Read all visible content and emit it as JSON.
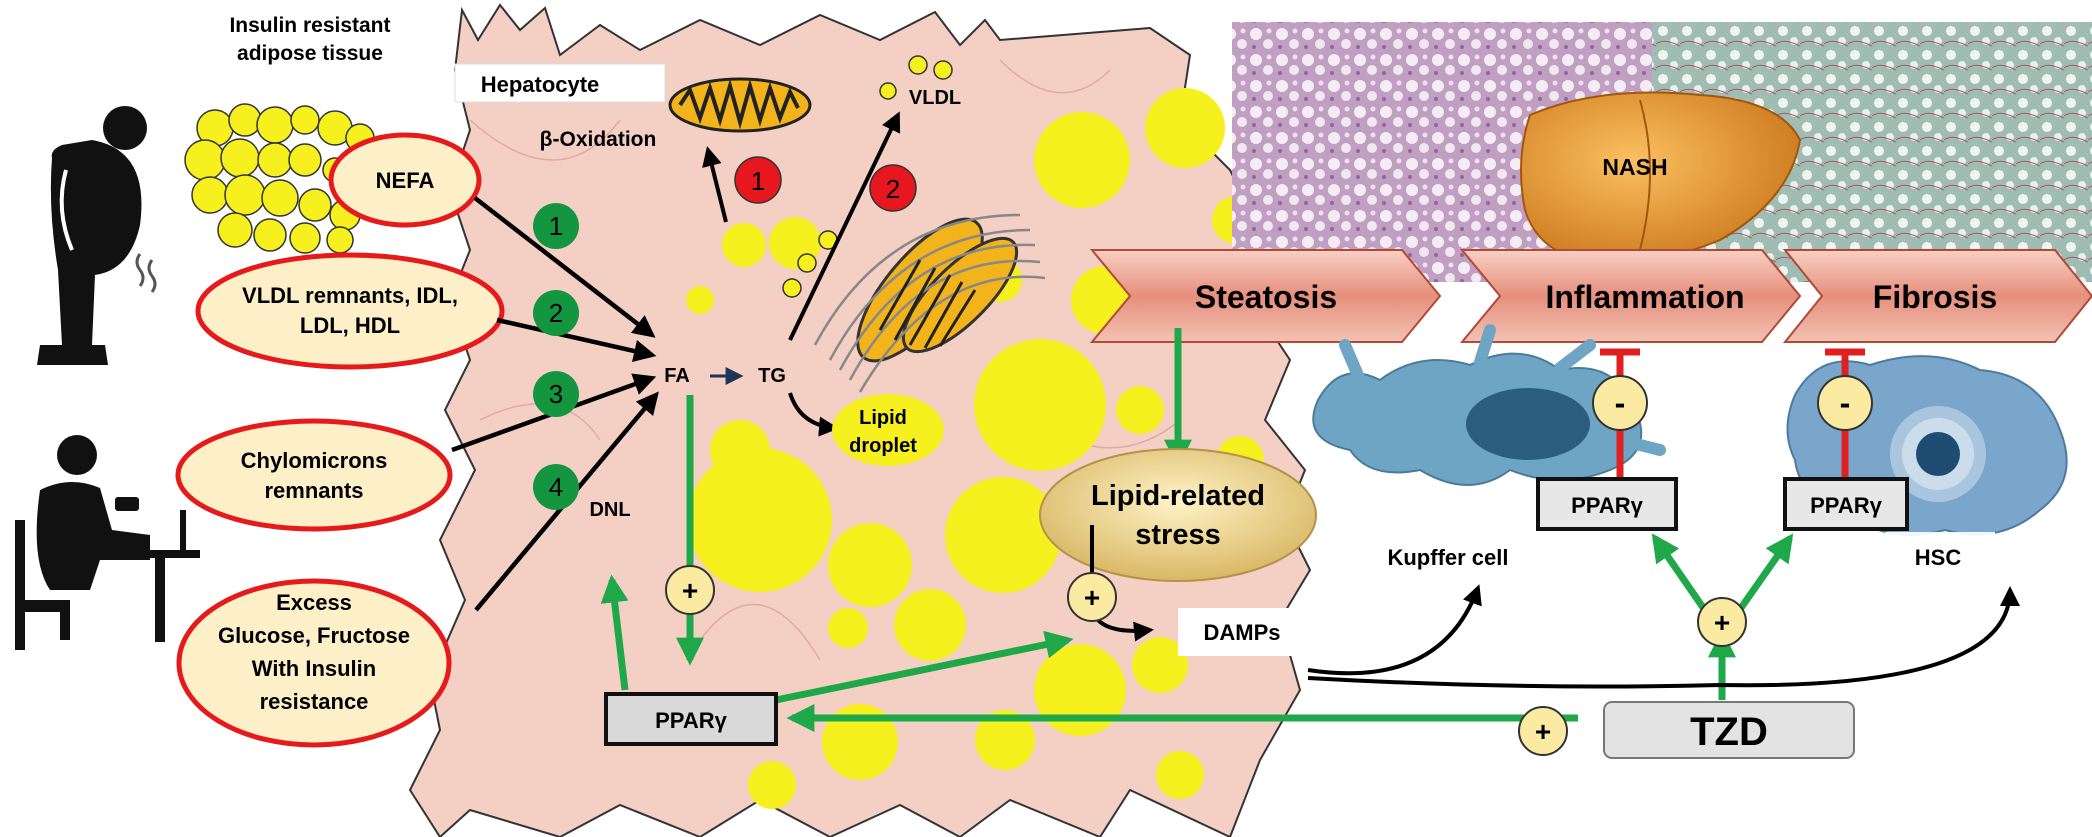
{
  "adipose": {
    "title_line1": "Insulin resistant",
    "title_line2": "adipose tissue"
  },
  "hepatocyte_label": "Hepatocyte",
  "sources": [
    {
      "lines": [
        "NEFA"
      ],
      "step": "1"
    },
    {
      "lines": [
        "VLDL remnants, IDL,",
        "LDL, HDL"
      ],
      "step": "2"
    },
    {
      "lines": [
        "Chylomicrons",
        "remnants"
      ],
      "step": "3"
    },
    {
      "lines": [
        "Excess",
        "Glucose, Fructose",
        "With Insulin",
        "resistance"
      ],
      "step": "4"
    }
  ],
  "metabolism": {
    "beta_oxidation": "β-Oxidation",
    "vldl": "VLDL",
    "fa": "FA",
    "tg": "TG",
    "dnl": "DNL",
    "lipid_droplet_line1": "Lipid",
    "lipid_droplet_line2": "droplet",
    "inhibit_step_1": "1",
    "inhibit_step_2": "2"
  },
  "nash_label": "NASH",
  "stages": [
    "Steatosis",
    "Inflammation",
    "Fibrosis"
  ],
  "lipid_stress_line1": "Lipid-related",
  "lipid_stress_line2": "stress",
  "damps": "DAMPs",
  "kupffer": "Kupffer cell",
  "hsc": "HSC",
  "ppar": "PPARγ",
  "tzd": "TZD",
  "plus": "+",
  "minus": "-",
  "colors": {
    "green_arrow": "#1fa84a",
    "red_inhibit": "#e02020",
    "badge_green": "#13963f",
    "badge_red": "#e8171f",
    "fat": "#f5f01e",
    "hepatocyte_fill": "#f4cfc4",
    "oval_fill": "#fdf0c8",
    "chevron": "#e89b8a",
    "cell_blue": "#6ea5c4"
  }
}
